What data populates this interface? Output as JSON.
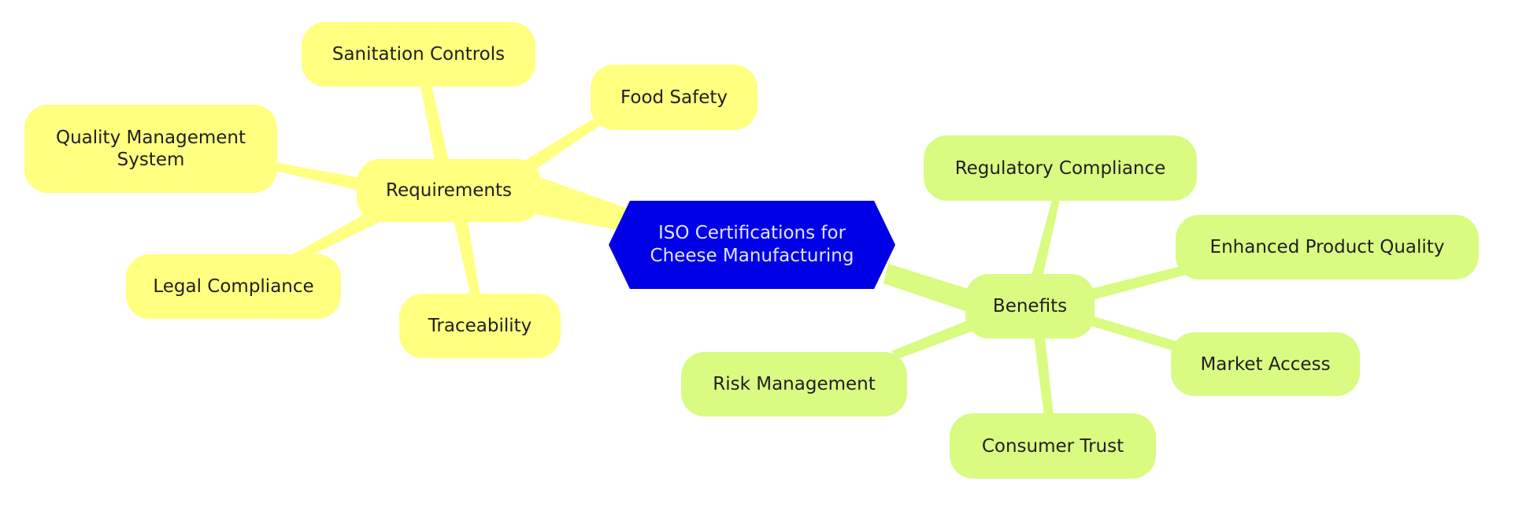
{
  "diagram": {
    "type": "mind-map",
    "root": {
      "label": "ISO Certifications for Cheese Manufacturing",
      "color": "#0000e6",
      "text_color": "#e3e3ff"
    },
    "branches": [
      {
        "label": "Requirements",
        "color": "#ffff80",
        "children": [
          {
            "label": "Sanitation Controls"
          },
          {
            "label": "Food Safety"
          },
          {
            "label": "Quality Management System"
          },
          {
            "label": "Legal Compliance"
          },
          {
            "label": "Traceability"
          }
        ]
      },
      {
        "label": "Benefits",
        "color": "#d9fb82",
        "children": [
          {
            "label": "Regulatory Compliance"
          },
          {
            "label": "Enhanced Product Quality"
          },
          {
            "label": "Market Access"
          },
          {
            "label": "Consumer Trust"
          },
          {
            "label": "Risk Management"
          }
        ]
      }
    ]
  }
}
